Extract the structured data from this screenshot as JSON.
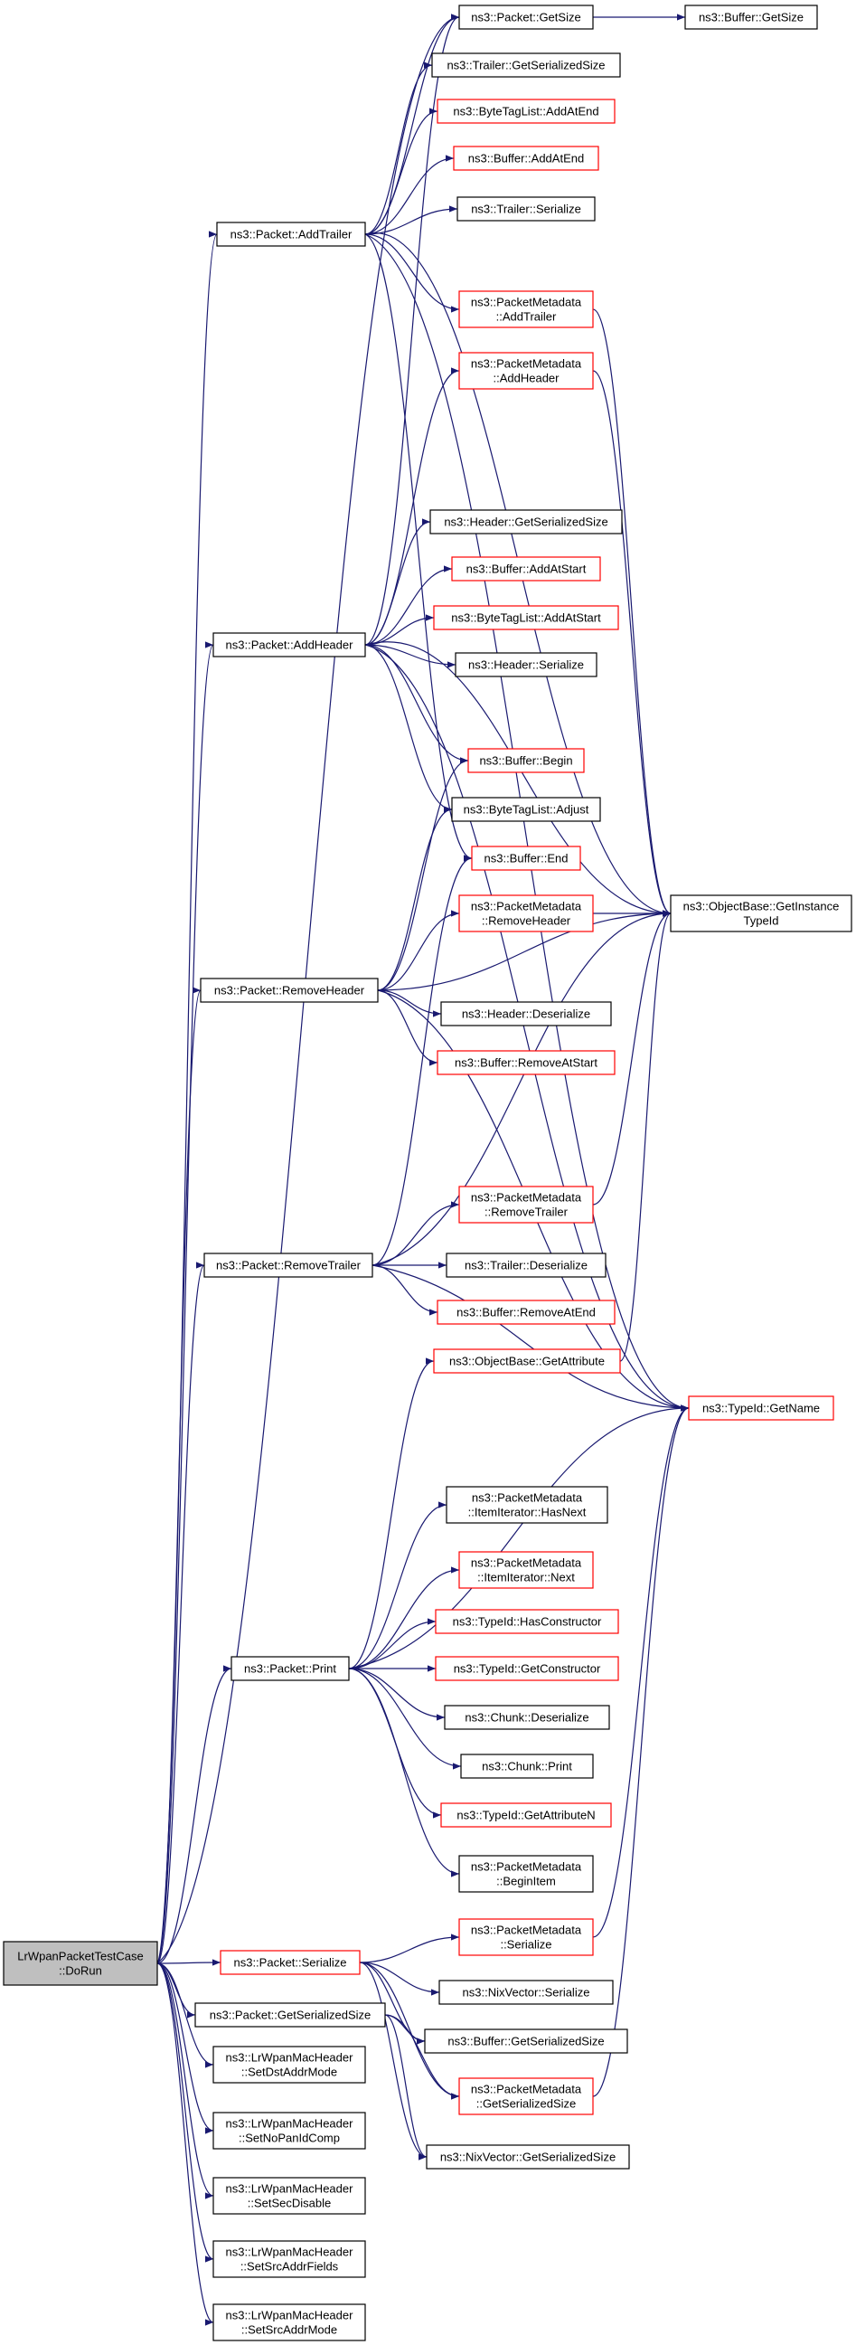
{
  "colors": {
    "edge": "#191970",
    "border_normal": "#000000",
    "border_incomplete": "#ff0000",
    "root_fill": "#bfbfbf"
  },
  "nodes": [
    {
      "id": "root",
      "lines": [
        "LrWpanPacketTestCase",
        "::DoRun"
      ],
      "style": "root"
    },
    {
      "id": "packet_addtrailer",
      "lines": [
        "ns3::Packet::AddTrailer"
      ],
      "style": "normal"
    },
    {
      "id": "packet_addheader",
      "lines": [
        "ns3::Packet::AddHeader"
      ],
      "style": "normal"
    },
    {
      "id": "packet_removeheader",
      "lines": [
        "ns3::Packet::RemoveHeader"
      ],
      "style": "normal"
    },
    {
      "id": "packet_removetrailer",
      "lines": [
        "ns3::Packet::RemoveTrailer"
      ],
      "style": "normal"
    },
    {
      "id": "packet_print",
      "lines": [
        "ns3::Packet::Print"
      ],
      "style": "normal"
    },
    {
      "id": "packet_serialize",
      "lines": [
        "ns3::Packet::Serialize"
      ],
      "style": "red"
    },
    {
      "id": "packet_getserializedsize",
      "lines": [
        "ns3::Packet::GetSerializedSize"
      ],
      "style": "normal"
    },
    {
      "id": "mac_setdstaddrmode",
      "lines": [
        "ns3::LrWpanMacHeader",
        "::SetDstAddrMode"
      ],
      "style": "normal"
    },
    {
      "id": "mac_setnopanidcomp",
      "lines": [
        "ns3::LrWpanMacHeader",
        "::SetNoPanIdComp"
      ],
      "style": "normal"
    },
    {
      "id": "mac_setsecdisable",
      "lines": [
        "ns3::LrWpanMacHeader",
        "::SetSecDisable"
      ],
      "style": "normal"
    },
    {
      "id": "mac_setsrcaddrfields",
      "lines": [
        "ns3::LrWpanMacHeader",
        "::SetSrcAddrFields"
      ],
      "style": "normal"
    },
    {
      "id": "mac_setsrcaddrmode",
      "lines": [
        "ns3::LrWpanMacHeader",
        "::SetSrcAddrMode"
      ],
      "style": "normal"
    },
    {
      "id": "packet_getsize",
      "lines": [
        "ns3::Packet::GetSize"
      ],
      "style": "normal"
    },
    {
      "id": "buffer_getsize",
      "lines": [
        "ns3::Buffer::GetSize"
      ],
      "style": "normal"
    },
    {
      "id": "trailer_getserializedsize",
      "lines": [
        "ns3::Trailer::GetSerializedSize"
      ],
      "style": "normal"
    },
    {
      "id": "bytetaglist_addatend",
      "lines": [
        "ns3::ByteTagList::AddAtEnd"
      ],
      "style": "red"
    },
    {
      "id": "buffer_addatend",
      "lines": [
        "ns3::Buffer::AddAtEnd"
      ],
      "style": "red"
    },
    {
      "id": "trailer_serialize",
      "lines": [
        "ns3::Trailer::Serialize"
      ],
      "style": "normal"
    },
    {
      "id": "pm_addtrailer",
      "lines": [
        "ns3::PacketMetadata",
        "::AddTrailer"
      ],
      "style": "red"
    },
    {
      "id": "pm_addheader",
      "lines": [
        "ns3::PacketMetadata",
        "::AddHeader"
      ],
      "style": "red"
    },
    {
      "id": "header_getserializedsize",
      "lines": [
        "ns3::Header::GetSerializedSize"
      ],
      "style": "normal"
    },
    {
      "id": "buffer_addatstart",
      "lines": [
        "ns3::Buffer::AddAtStart"
      ],
      "style": "red"
    },
    {
      "id": "bytetaglist_addatstart",
      "lines": [
        "ns3::ByteTagList::AddAtStart"
      ],
      "style": "red"
    },
    {
      "id": "header_serialize",
      "lines": [
        "ns3::Header::Serialize"
      ],
      "style": "normal"
    },
    {
      "id": "buffer_begin",
      "lines": [
        "ns3::Buffer::Begin"
      ],
      "style": "red"
    },
    {
      "id": "bytetaglist_adjust",
      "lines": [
        "ns3::ByteTagList::Adjust"
      ],
      "style": "normal"
    },
    {
      "id": "buffer_end",
      "lines": [
        "ns3::Buffer::End"
      ],
      "style": "red"
    },
    {
      "id": "pm_removeheader",
      "lines": [
        "ns3::PacketMetadata",
        "::RemoveHeader"
      ],
      "style": "red"
    },
    {
      "id": "header_deserialize",
      "lines": [
        "ns3::Header::Deserialize"
      ],
      "style": "normal"
    },
    {
      "id": "buffer_removeatstart",
      "lines": [
        "ns3::Buffer::RemoveAtStart"
      ],
      "style": "red"
    },
    {
      "id": "pm_removetrailer",
      "lines": [
        "ns3::PacketMetadata",
        "::RemoveTrailer"
      ],
      "style": "red"
    },
    {
      "id": "trailer_deserialize",
      "lines": [
        "ns3::Trailer::Deserialize"
      ],
      "style": "normal"
    },
    {
      "id": "buffer_removeatend",
      "lines": [
        "ns3::Buffer::RemoveAtEnd"
      ],
      "style": "red"
    },
    {
      "id": "objectbase_getattribute",
      "lines": [
        "ns3::ObjectBase::GetAttribute"
      ],
      "style": "red"
    },
    {
      "id": "objectbase_getinstancetypeid",
      "lines": [
        "ns3::ObjectBase::GetInstance",
        "TypeId"
      ],
      "style": "normal"
    },
    {
      "id": "typeid_getname",
      "lines": [
        "ns3::TypeId::GetName"
      ],
      "style": "red"
    },
    {
      "id": "pm_itemiterator_hasnext",
      "lines": [
        "ns3::PacketMetadata",
        "::ItemIterator::HasNext"
      ],
      "style": "normal"
    },
    {
      "id": "pm_itemiterator_next",
      "lines": [
        "ns3::PacketMetadata",
        "::ItemIterator::Next"
      ],
      "style": "red"
    },
    {
      "id": "typeid_hasconstructor",
      "lines": [
        "ns3::TypeId::HasConstructor"
      ],
      "style": "red"
    },
    {
      "id": "typeid_getconstructor",
      "lines": [
        "ns3::TypeId::GetConstructor"
      ],
      "style": "red"
    },
    {
      "id": "chunk_deserialize",
      "lines": [
        "ns3::Chunk::Deserialize"
      ],
      "style": "normal"
    },
    {
      "id": "chunk_print",
      "lines": [
        "ns3::Chunk::Print"
      ],
      "style": "normal"
    },
    {
      "id": "typeid_getattributen",
      "lines": [
        "ns3::TypeId::GetAttributeN"
      ],
      "style": "red"
    },
    {
      "id": "pm_beginitem",
      "lines": [
        "ns3::PacketMetadata",
        "::BeginItem"
      ],
      "style": "normal"
    },
    {
      "id": "pm_serialize",
      "lines": [
        "ns3::PacketMetadata",
        "::Serialize"
      ],
      "style": "red"
    },
    {
      "id": "nixvector_serialize",
      "lines": [
        "ns3::NixVector::Serialize"
      ],
      "style": "normal"
    },
    {
      "id": "buffer_getserializedsize",
      "lines": [
        "ns3::Buffer::GetSerializedSize"
      ],
      "style": "normal"
    },
    {
      "id": "pm_getserializedsize",
      "lines": [
        "ns3::PacketMetadata",
        "::GetSerializedSize"
      ],
      "style": "red"
    },
    {
      "id": "nixvector_getserializedsize",
      "lines": [
        "ns3::NixVector::GetSerializedSize"
      ],
      "style": "normal"
    }
  ]
}
